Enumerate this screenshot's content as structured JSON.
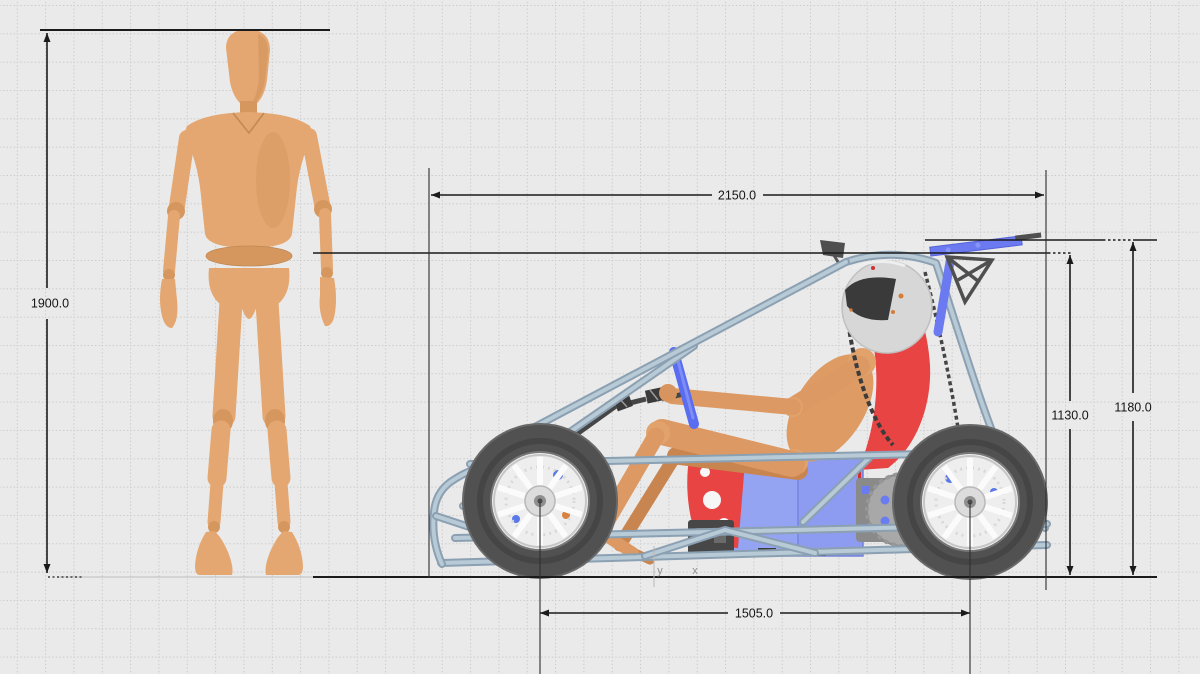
{
  "viewport": {
    "background_color": "#eaeaea",
    "grid_color": "#c9c9c9",
    "dimension_line_color": "#1b1b1b"
  },
  "dimensions": {
    "human_height": "1900.0",
    "vehicle_length": "2150.0",
    "cockpit_height": "1130.0",
    "overall_height": "1180.0",
    "wheelbase": "1505.0"
  },
  "origin_axes": {
    "y_label": "y",
    "x_label": "x"
  },
  "model_colors": {
    "mannequin": "#e4a771",
    "driver": "#dd9963",
    "frame_tube": "#a6bac9",
    "battery_box": "#8d9cf0",
    "seat": "#e84444",
    "helmet": "#d7d7d7",
    "helmet_visor": "#3a3a3a",
    "tire": "#515151",
    "rim": "#eeeeee",
    "rear_wing": "#6b7af0",
    "steering_grip": "#5a6cf0"
  }
}
